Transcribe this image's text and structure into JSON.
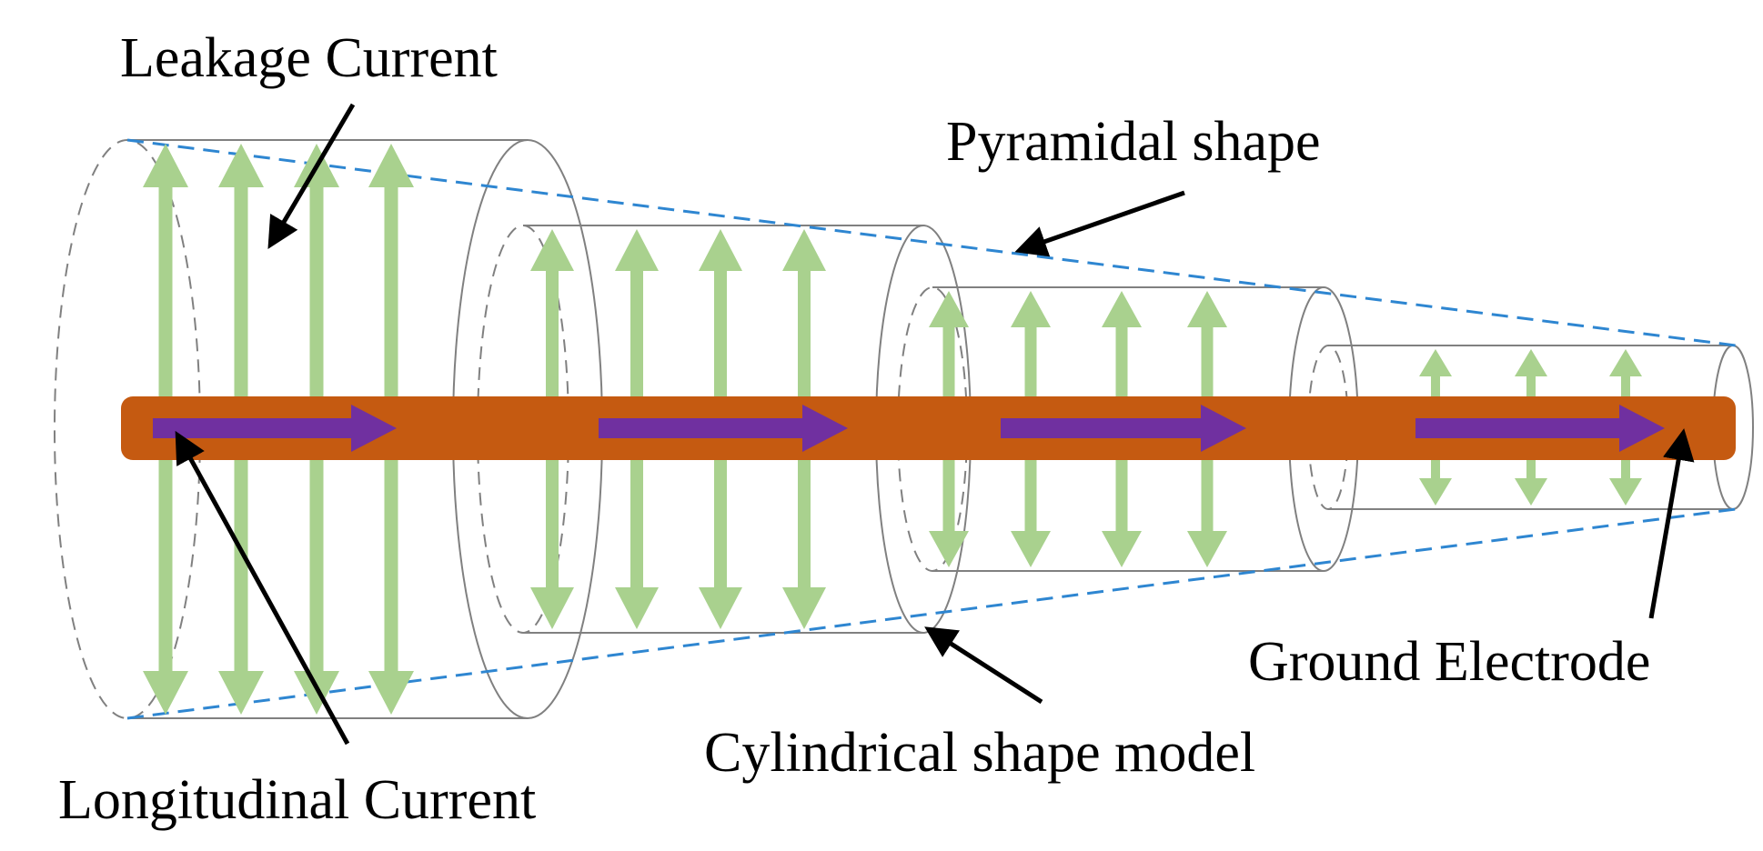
{
  "labels": {
    "leakage_current": "Leakage Current",
    "pyramidal_shape": "Pyramidal shape",
    "ground_electrode": "Ground Electrode",
    "cylindrical_shape_model": "Cylindrical shape model",
    "longitudinal_current": "Longitudinal Current"
  },
  "colors": {
    "electrode": "#C55A11",
    "longitudinal_arrow": "#7030A0",
    "leakage_arrow": "#A9D18E",
    "pyramid_outline": "#2E86D1",
    "cylinder_outline": "#808080",
    "callout_arrow": "#000000"
  },
  "cylinders": [
    {
      "name": "cylinder-1",
      "leakage_arrow_count": 4
    },
    {
      "name": "cylinder-2",
      "leakage_arrow_count": 4
    },
    {
      "name": "cylinder-3",
      "leakage_arrow_count": 4
    },
    {
      "name": "cylinder-4",
      "leakage_arrow_count": 3
    }
  ]
}
